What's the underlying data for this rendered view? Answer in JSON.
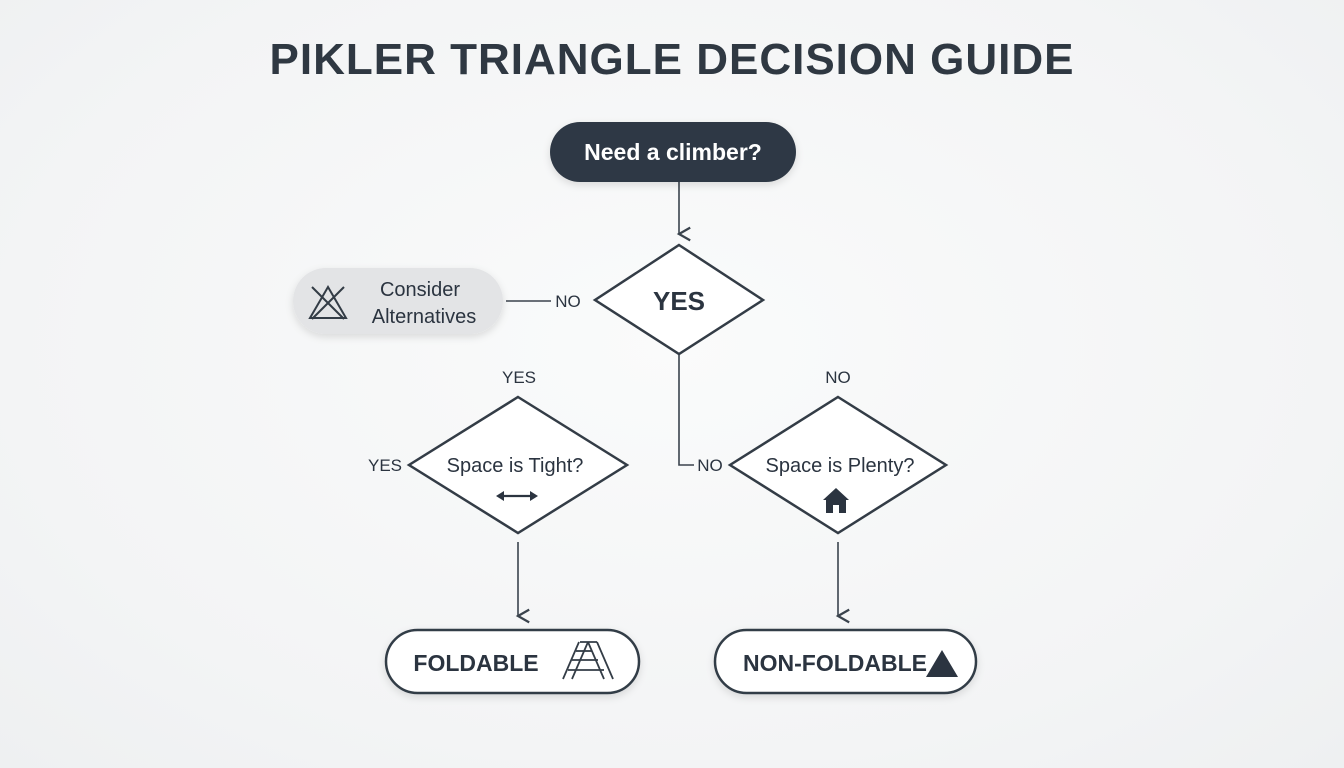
{
  "title": "PIKLER TRIANGLE DECISION GUIDE",
  "nodes": {
    "start": {
      "label": "Need a climber?"
    },
    "decision_main": {
      "label": "YES"
    },
    "alternatives": {
      "label_line1": "Consider",
      "label_line2": "Alternatives",
      "icon": "crossed-triangle-icon"
    },
    "space_tight": {
      "label": "Space is Tight?",
      "icon": "horizontal-arrows-icon"
    },
    "space_plenty": {
      "label": "Space is Plenty?",
      "icon": "house-icon"
    },
    "foldable": {
      "label": "FOLDABLE",
      "icon": "ladder-icon"
    },
    "non_foldable": {
      "label": "NON-FOLDABLE",
      "icon": "filled-triangle-icon"
    }
  },
  "edge_labels": {
    "to_alternatives": "NO",
    "above_tight": "YES",
    "above_plenty": "NO",
    "left_of_tight": "YES",
    "into_plenty": "NO"
  },
  "colors": {
    "dark_node": "#2e3945",
    "stroke": "#333c46",
    "light_node": "#e3e4e6",
    "background": "#f4f5f6"
  }
}
